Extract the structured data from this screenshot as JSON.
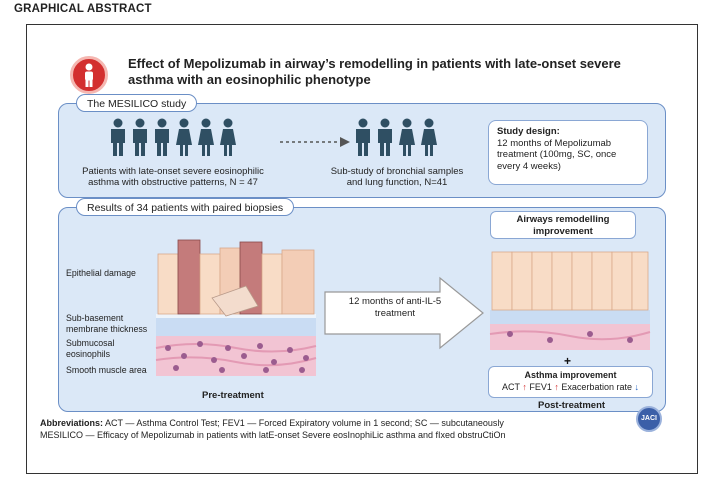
{
  "header": {
    "label": "GRAPHICAL ABSTRACT"
  },
  "title": "Effect of Mepolizumab in airway’s remodelling in patients with late-onset severe asthma with an eosinophilic phenotype",
  "study": {
    "tab": "The MESILICO study",
    "cohort1": "Patients with late-onset severe eosinophilic asthma with obstructive patterns, N = 47",
    "cohort2": "Sub-study of bronchial samples and lung function, N=41",
    "design_title": "Study design:",
    "design_text": "12 months of Mepolizumab treatment (100mg, SC, once every 4 weeks)"
  },
  "results": {
    "tab": "Results of 34 patients with paired biopsies",
    "labels": [
      "Epithelial damage",
      "Sub-basement membrane thickness",
      "Submucosal eosinophils",
      "Smooth muscle area"
    ],
    "pre_caption": "Pre-treatment",
    "arrow_text": "12 months of anti-IL-5 treatment",
    "remodel_box": "Airways remodelling improvement",
    "plus": "+",
    "asthma_title": "Asthma improvement",
    "act": "ACT",
    "fev1": "FEV1",
    "exac": "Exacerbation rate",
    "up_arrow": "↑",
    "down_arrow": "↓",
    "post_caption": "Post-treatment"
  },
  "abbreviations": {
    "label": "Abbreviations:",
    "text1": " ACT — Asthma Control Test; FEV1 — Forced Expiratory volume in 1 second; SC — subcutaneously",
    "text2": "MESILICO — Efficacy of Mepolizumab in patients with latE-onset Severe eosInophiLic asthma and fIxed obstruCtiOn"
  },
  "journal_badge": "JACI",
  "colors": {
    "panel_bg": "#dbe8f7",
    "panel_border": "#6b8fc6",
    "person": "#2f4f63",
    "arrow_up": "#d32f2f",
    "arrow_down": "#1e5fbf"
  }
}
